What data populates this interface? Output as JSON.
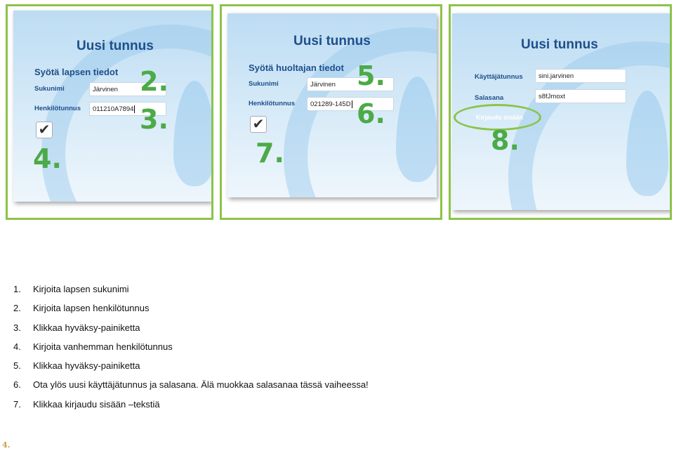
{
  "panel1": {
    "title": "Uusi tunnus",
    "subtitle": "Syötä lapsen tiedot",
    "surname_label": "Sukunimi",
    "surname_value": "Järvinen",
    "id_label": "Henkilötunnus",
    "id_value": "011210A7894",
    "markers": [
      "2.",
      "3.",
      "4."
    ]
  },
  "panel2": {
    "title": "Uusi tunnus",
    "subtitle": "Syötä huoltajan tiedot",
    "surname_label": "Sukunimi",
    "surname_value": "Järvinen",
    "id_label": "Henkilötunnus",
    "id_value": "021289-145D",
    "markers": [
      "5.",
      "6.",
      "7."
    ]
  },
  "panel3": {
    "title": "Uusi tunnus",
    "username_label": "Käyttäjätunnus",
    "username_value": "sini.jarvinen",
    "password_label": "Salasana",
    "password_value": "s8fJmoxt",
    "login_link": "Kirjaudu sisään",
    "markers": [
      "8."
    ]
  },
  "steps": [
    {
      "num": "1.",
      "text": "Kirjoita lapsen sukunimi"
    },
    {
      "num": "2.",
      "text": "Kirjoita lapsen henkilötunnus"
    },
    {
      "num": "3.",
      "text": "Klikkaa hyväksy-painiketta"
    },
    {
      "num": "4.",
      "text": "Kirjoita vanhemman henkilötunnus"
    },
    {
      "num": "5.",
      "text": "Klikkaa hyväksy-painiketta"
    },
    {
      "num": "6.",
      "text": "Ota ylös uusi käyttäjätunnus ja salasana. Älä muokkaa salasanaa tässä vaiheessa!"
    },
    {
      "num": "7.",
      "text": "Klikkaa kirjaudu sisään –tekstiä"
    }
  ],
  "page_number": "4.",
  "icons": {
    "check": "checkmark-icon"
  },
  "colors": {
    "frame": "#8cc34a",
    "marker": "#4caa47",
    "heading": "#1e4f8a",
    "page_number": "#c9a23a"
  }
}
